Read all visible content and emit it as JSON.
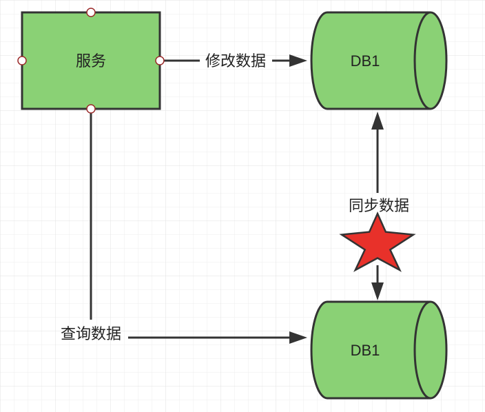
{
  "colors": {
    "node_fill": "#8ad175",
    "stroke": "#333333",
    "star_fill": "#e8312a",
    "grid": "#e8e8e8",
    "anchor_stroke": "#9b2a2a"
  },
  "nodes": {
    "service": {
      "label": "服务",
      "shape": "rectangle"
    },
    "db_top": {
      "label": "DB1",
      "shape": "cylinder"
    },
    "db_bottom": {
      "label": "DB1",
      "shape": "cylinder"
    }
  },
  "edges": {
    "modify": {
      "label": "修改数据",
      "from": "service",
      "to": "db_top"
    },
    "query": {
      "label": "查询数据",
      "from": "service",
      "to": "db_bottom"
    },
    "sync": {
      "label": "同步数据",
      "between": [
        "db_top",
        "db_bottom"
      ],
      "marker": "star-icon"
    }
  }
}
